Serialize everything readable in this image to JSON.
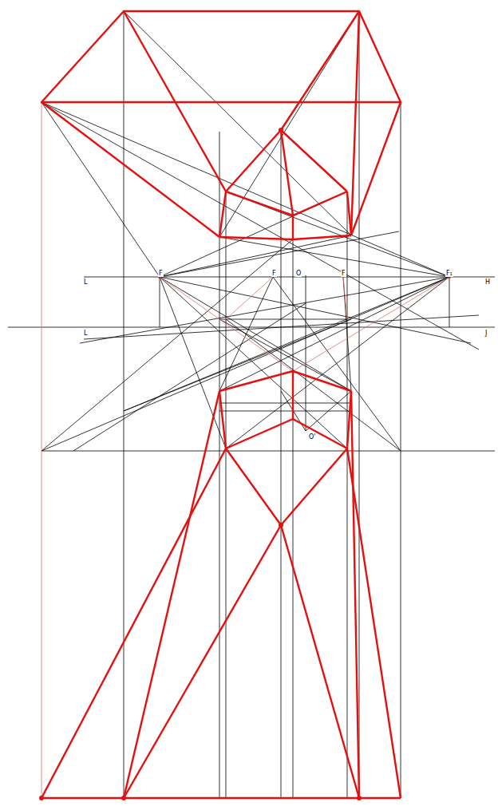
{
  "diagram": {
    "labels": [
      "L",
      "F",
      "F",
      "O",
      "F",
      "F₁",
      "H",
      "L",
      "J",
      "O'"
    ]
  }
}
